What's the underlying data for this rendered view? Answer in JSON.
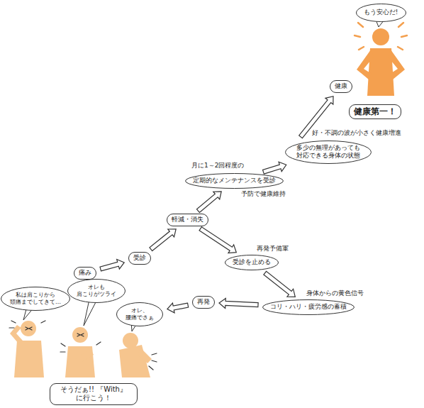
{
  "diagram": {
    "nodes": [
      {
        "text": [
          "私は肩こりから 頭痛までしてきて…"
        ]
      },
      {
        "text": [
          "オレも 肩こりがツライ"
        ]
      },
      {
        "text": [
          "オレ、 腰痛でさぁ"
        ]
      },
      {
        "text": [
          "そうだぁ!! 『With』に行こう！"
        ]
      },
      {
        "text": [
          "痛み"
        ]
      },
      {
        "text": [
          "受診"
        ]
      },
      {
        "text": [
          "軽減・消失"
        ]
      },
      {
        "text": [
          "定期的なメンテナンスを受診"
        ]
      },
      {
        "text": [
          "多少の無理があっても 対応できる身体の状態"
        ]
      },
      {
        "text": [
          "健康"
        ]
      },
      {
        "text": [
          "健康第一！"
        ]
      },
      {
        "text": [
          "もう安心だ!"
        ]
      },
      {
        "text": [
          "受診を止める"
        ]
      },
      {
        "text": [
          "コリ・ハリ・疲労感の蓄積"
        ]
      },
      {
        "text": [
          "再発"
        ]
      }
    ],
    "edges": [
      {
        "from": 4,
        "to": 5,
        "arrow": "to"
      },
      {
        "from": 5,
        "to": 6,
        "arrow": "to"
      },
      {
        "from": 6,
        "to": 7,
        "arrow": "to"
      },
      {
        "from": 7,
        "to": 8,
        "arrow": "to"
      },
      {
        "from": 8,
        "to": 9,
        "arrow": "to"
      },
      {
        "from": 6,
        "to": 12,
        "arrow": "to"
      },
      {
        "from": 12,
        "to": 13,
        "arrow": "to"
      },
      {
        "from": 13,
        "to": 14,
        "arrow": "to"
      },
      {
        "from": 14,
        "to": 2,
        "arrow": "to"
      }
    ],
    "labels": [
      "月に1～2回程度の",
      "予防で健康維持",
      "好・不調の波が小さく健康増進",
      "再発予備軍",
      "身体からの黄色信号"
    ]
  }
}
